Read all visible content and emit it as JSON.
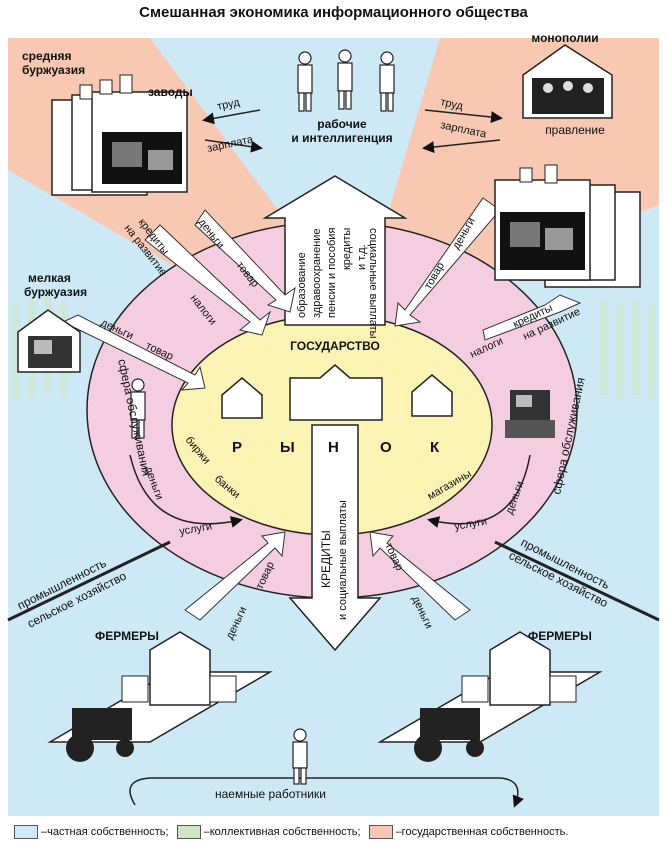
{
  "title": "Смешанная экономика информационного общества",
  "nodes": {
    "srednyaya": "средняя",
    "burzhuaziya": "буржуазия",
    "zavody": "заводы",
    "rabochie_1": "рабочие",
    "rabochie_2": "и интеллигенция",
    "monopolii": "монополии",
    "pravlenie": "правление",
    "melkaya": "мелкая",
    "burzhuaziya2": "буржуазия",
    "gosudarstvo": "ГОСУДАРСТВО",
    "rynok": [
      "Р",
      "Ы",
      "Н",
      "О",
      "К"
    ],
    "birzhi": "биржи",
    "banki": "банки",
    "magaziny": "магазины",
    "fermery_left": "ФЕРМЕРЫ",
    "fermery_right": "ФЕРМЕРЫ",
    "naemnye": "наемные работники"
  },
  "flows": {
    "trud_left": "труд",
    "zarplata_left": "зарплата",
    "trud_right": "труд",
    "zarplata_right": "зарплата",
    "socialnye_up": "социальные выплаты",
    "obrazovanie": "образование",
    "zdravoohranenie": "здравоохранение",
    "pensii": "пенсии и пособия",
    "kredity_up": "кредиты",
    "itd": "и т.д.",
    "kredity_down_1": "КРЕДИТЫ",
    "kredity_down_2": "и социальные выплаты",
    "kredity_razvitie_l1": "кредиты",
    "kredity_razvitie_l2": "на развитие",
    "dengi": "деньги",
    "tovar": "товар",
    "nalogi": "налоги",
    "uslugi": "услуги",
    "kredity_r1": "кредиты",
    "kredity_r2": "на развитие"
  },
  "spheres": {
    "sfera_left": "сфера обслуживания",
    "sfera_right": "сфера обслуживания",
    "prom": "промышленность",
    "selskoe": "сельское хозяйство"
  },
  "legend": {
    "private": "–частная собственность;",
    "collective": "–коллективная собственность;",
    "state": "–государственная собственность."
  },
  "colors": {
    "private": "#cde9f6",
    "collective": "#cfe6c6",
    "state": "#f8c8b3",
    "outer_ring": "#f5cde0",
    "market": "#fbf3b4"
  }
}
